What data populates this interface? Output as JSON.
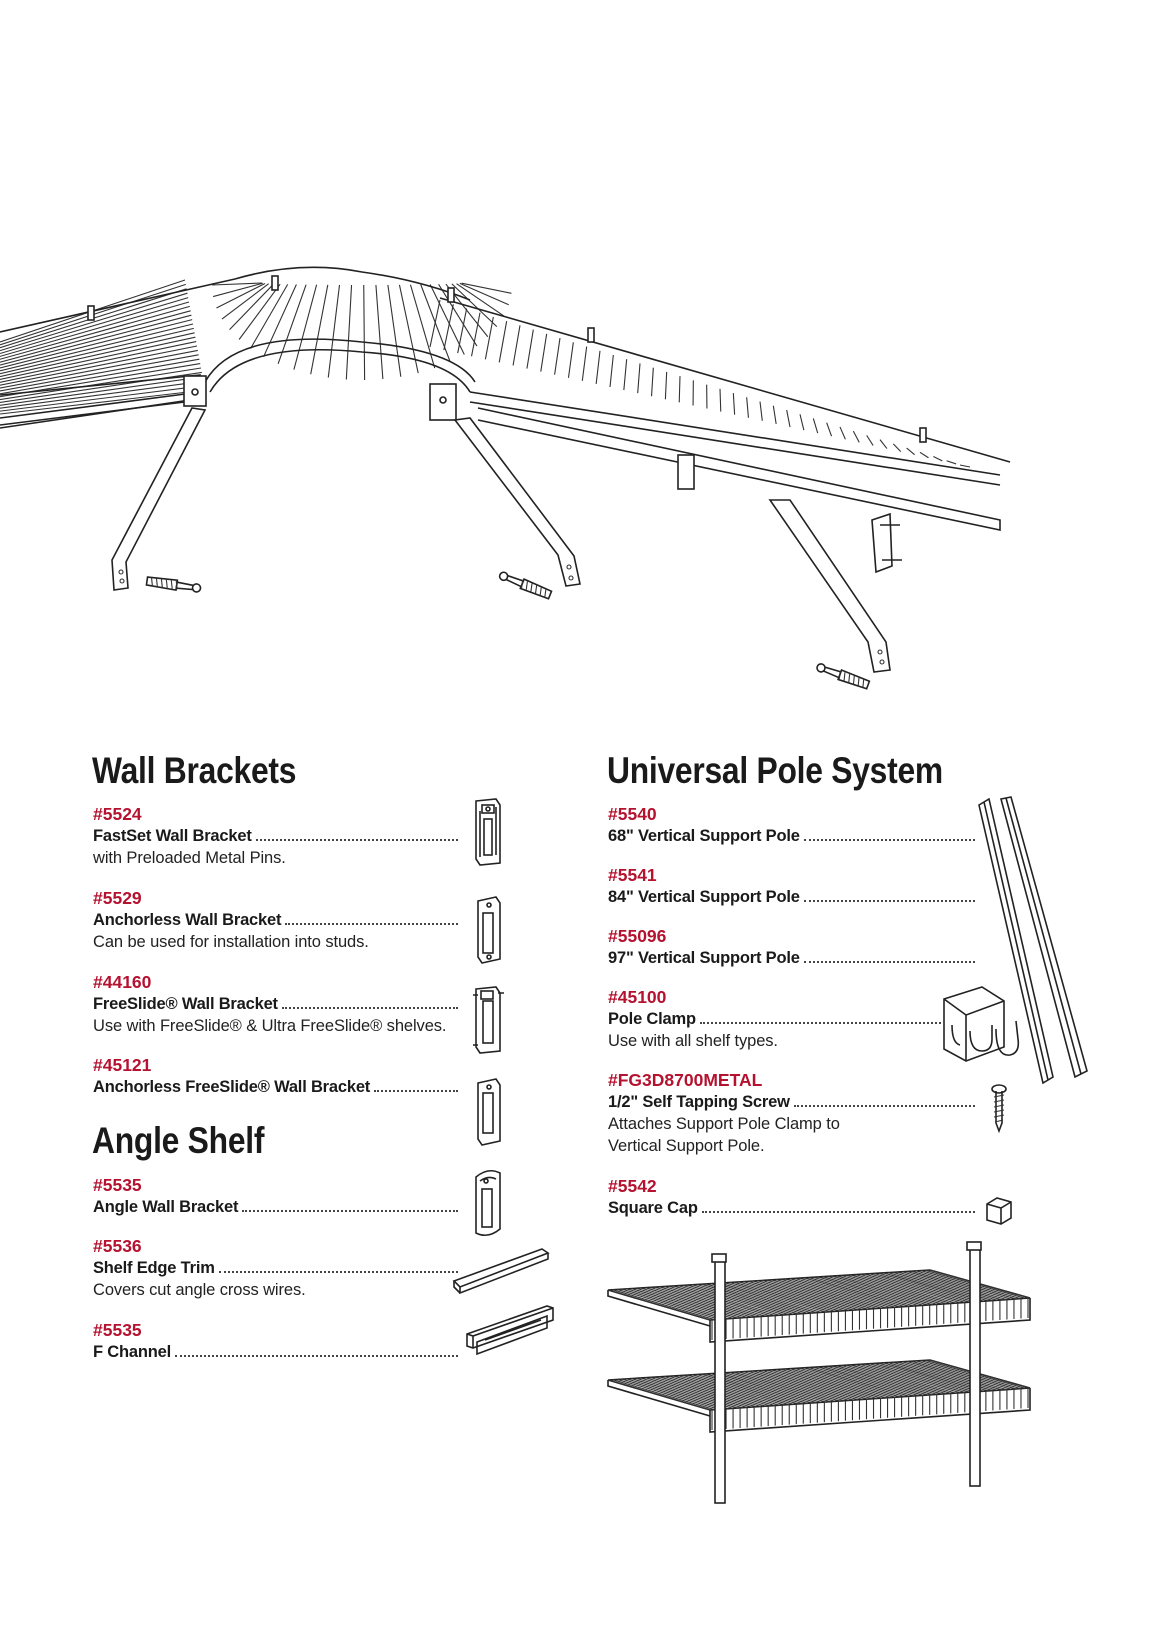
{
  "colors": {
    "accent": "#b5122f",
    "text": "#1a1a1a"
  },
  "wall_brackets": {
    "title": "Wall Brackets",
    "items": [
      {
        "code": "#5524",
        "name": "FastSet Wall Bracket",
        "desc": "with Preloaded Metal Pins.",
        "icon": "fastset-bracket-icon"
      },
      {
        "code": "#5529",
        "name": "Anchorless Wall Bracket",
        "desc": "Can be used for installation into studs.",
        "icon": "anchorless-bracket-icon"
      },
      {
        "code": "#44160",
        "name": "FreeSlide® Wall Bracket",
        "desc": "Use with FreeSlide® & Ultra FreeSlide® shelves.",
        "icon": "freeslide-bracket-icon"
      },
      {
        "code": "#45121",
        "name": "Anchorless FreeSlide® Wall Bracket",
        "desc": "",
        "icon": "anchorless-freeslide-bracket-icon"
      }
    ]
  },
  "angle_shelf": {
    "title": "Angle Shelf",
    "items": [
      {
        "code": "#5535",
        "name": "Angle Wall Bracket",
        "desc": "",
        "icon": "angle-bracket-icon"
      },
      {
        "code": "#5536",
        "name": "Shelf Edge Trim",
        "desc": "Covers cut angle cross wires.",
        "icon": "edge-trim-icon"
      },
      {
        "code": "#5535",
        "name": "F Channel",
        "desc": "",
        "icon": "f-channel-icon"
      }
    ]
  },
  "universal_pole": {
    "title": "Universal Pole System",
    "items": [
      {
        "code": "#5540",
        "name": "68\" Vertical Support Pole",
        "desc": ""
      },
      {
        "code": "#5541",
        "name": "84\" Vertical Support Pole",
        "desc": ""
      },
      {
        "code": "#55096",
        "name": "97\" Vertical Support Pole",
        "desc": ""
      },
      {
        "code": "#45100",
        "name": "Pole Clamp",
        "desc": "Use with all shelf types.",
        "icon": "pole-clamp-icon"
      },
      {
        "code": "#FG3D8700METAL",
        "name": "1/2\" Self Tapping Screw",
        "desc": "Attaches Support Pole Clamp to",
        "desc2": "Vertical Support Pole.",
        "icon": "screw-icon"
      },
      {
        "code": "#5542",
        "name": "Square Cap",
        "desc": "",
        "icon": "square-cap-icon"
      }
    ]
  }
}
